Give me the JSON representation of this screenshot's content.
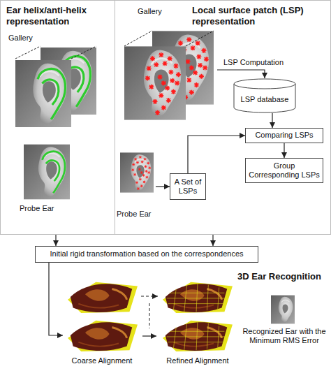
{
  "diagram": {
    "nodes": [
      {
        "text": [
          "Ear helix/anti-helix representation"
        ]
      },
      {
        "text": [
          "Gallery"
        ],
        "in": 0
      },
      {
        "text": [
          "Probe Ear"
        ],
        "in": 0
      },
      {
        "text": [
          "Local surface patch (LSP) representation"
        ]
      },
      {
        "text": [
          "Gallery"
        ],
        "in": 3
      },
      {
        "text": [
          "LSP database"
        ],
        "in": 3
      },
      {
        "text": [
          "Probe Ear"
        ],
        "in": 3
      },
      {
        "text": [
          "A Set of LSPs"
        ],
        "in": 3
      },
      {
        "text": [
          "Comparing LSPs"
        ],
        "in": 3
      },
      {
        "text": [
          "Group Corresponding LSPs"
        ],
        "in": 3
      },
      {
        "text": [
          "Initial rigid transformation based on the correspondences"
        ]
      },
      {
        "text": [
          "3D Ear Recognition"
        ]
      },
      {
        "text": [
          "Coarse Alignment"
        ],
        "in": 11
      },
      {
        "text": [
          "Refined Alignment"
        ],
        "in": 11
      },
      {
        "text": [
          "Recognized Ear with the Minimum RMS Error"
        ],
        "in": 11
      }
    ],
    "edges": [
      {
        "from": 4,
        "to": 5,
        "label": "LSP Computation",
        "arrow": "to"
      },
      {
        "from": 5,
        "to": 8,
        "arrow": "to"
      },
      {
        "from": 6,
        "to": 7,
        "arrow": "to"
      },
      {
        "from": 7,
        "to": 8,
        "arrow": "to"
      },
      {
        "from": 8,
        "to": 9,
        "arrow": "to"
      },
      {
        "from": 0,
        "to": 10,
        "arrow": "to"
      },
      {
        "from": 3,
        "to": 10,
        "arrow": "to"
      },
      {
        "from": 10,
        "to": 12,
        "arrow": "to"
      },
      {
        "from": 12,
        "to": 13,
        "arrow": "to"
      }
    ]
  }
}
